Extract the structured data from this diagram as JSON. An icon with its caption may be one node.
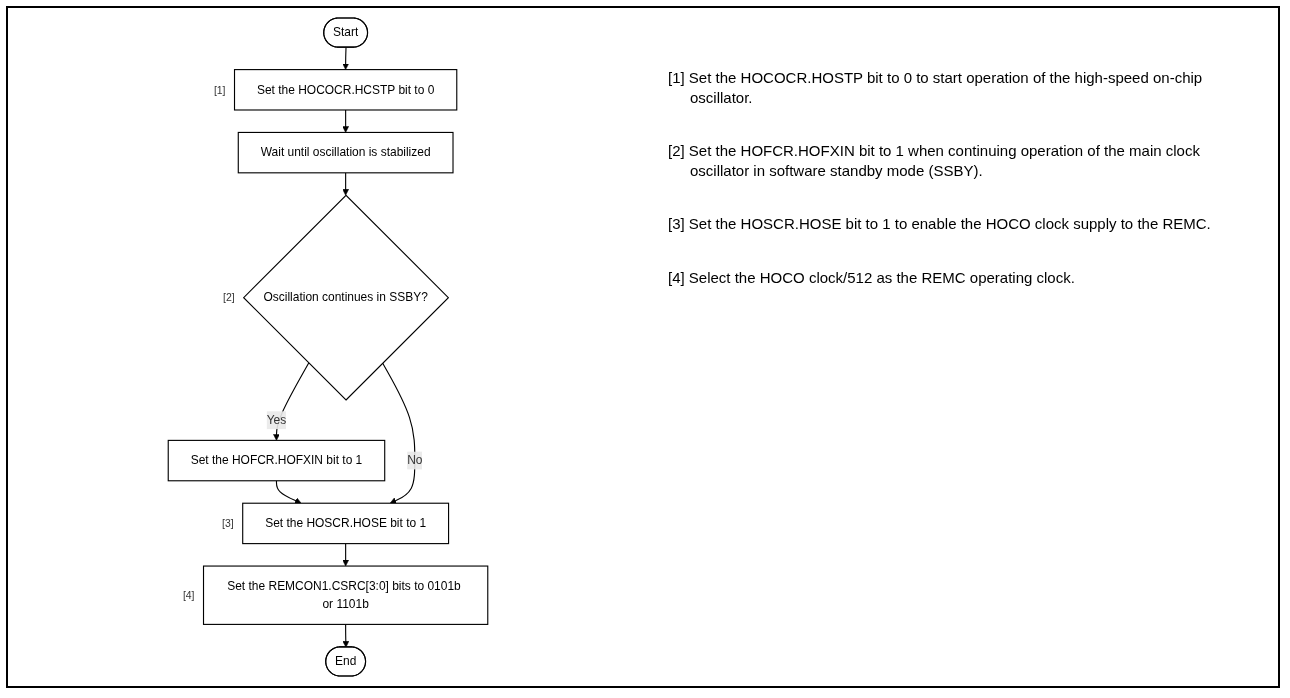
{
  "diagram": {
    "nodes": [
      {
        "text": [
          "Start"
        ]
      },
      {
        "text": [
          "Set the HOCOCR.HCSTP bit to 0"
        ],
        "beside": [
          "[1]"
        ]
      },
      {
        "text": [
          "Wait until oscillation is stabilized"
        ]
      },
      {
        "text": [
          "Oscillation continues in SSBY?"
        ],
        "beside": [
          "[2]"
        ]
      },
      {
        "text": [
          "Set the HOFCR.HOFXIN bit to 1"
        ]
      },
      {
        "text": [
          "Set the HOSCR.HOSE bit to 1"
        ],
        "beside": [
          "[3]"
        ]
      },
      {
        "text": [
          "Set the REMCON1.CSRC[3:0] bits to 0101b or 1101b"
        ],
        "beside": [
          "[4]"
        ]
      },
      {
        "text": [
          "End"
        ]
      }
    ],
    "edges": [
      {
        "from": 0,
        "to": 1,
        "arrow": "to"
      },
      {
        "from": 1,
        "to": 2,
        "arrow": "to"
      },
      {
        "from": 2,
        "to": 3,
        "arrow": "to"
      },
      {
        "from": 3,
        "to": 4,
        "label": "Yes",
        "arrow": "to"
      },
      {
        "from": 4,
        "to": 5,
        "arrow": "to"
      },
      {
        "from": 3,
        "to": 5,
        "label": "No",
        "arrow": "to"
      },
      {
        "from": 5,
        "to": 6,
        "arrow": "to"
      },
      {
        "from": 6,
        "to": 7,
        "arrow": "to"
      }
    ],
    "labels": [
      "[1] Set the HOCOCR.HOSTP bit to 0 to start operation of the high-speed on-chip oscillator.",
      "[2] Set the HOFCR.HOFXIN bit to 1 when continuing operation of the main clock oscillator in software standby mode (SSBY).",
      "[3] Set the HOSCR.HOSE bit to 1 to enable the HOCO clock supply to the REMC.",
      "[4] Select the HOCO clock/512 as the REMC operating clock."
    ]
  }
}
